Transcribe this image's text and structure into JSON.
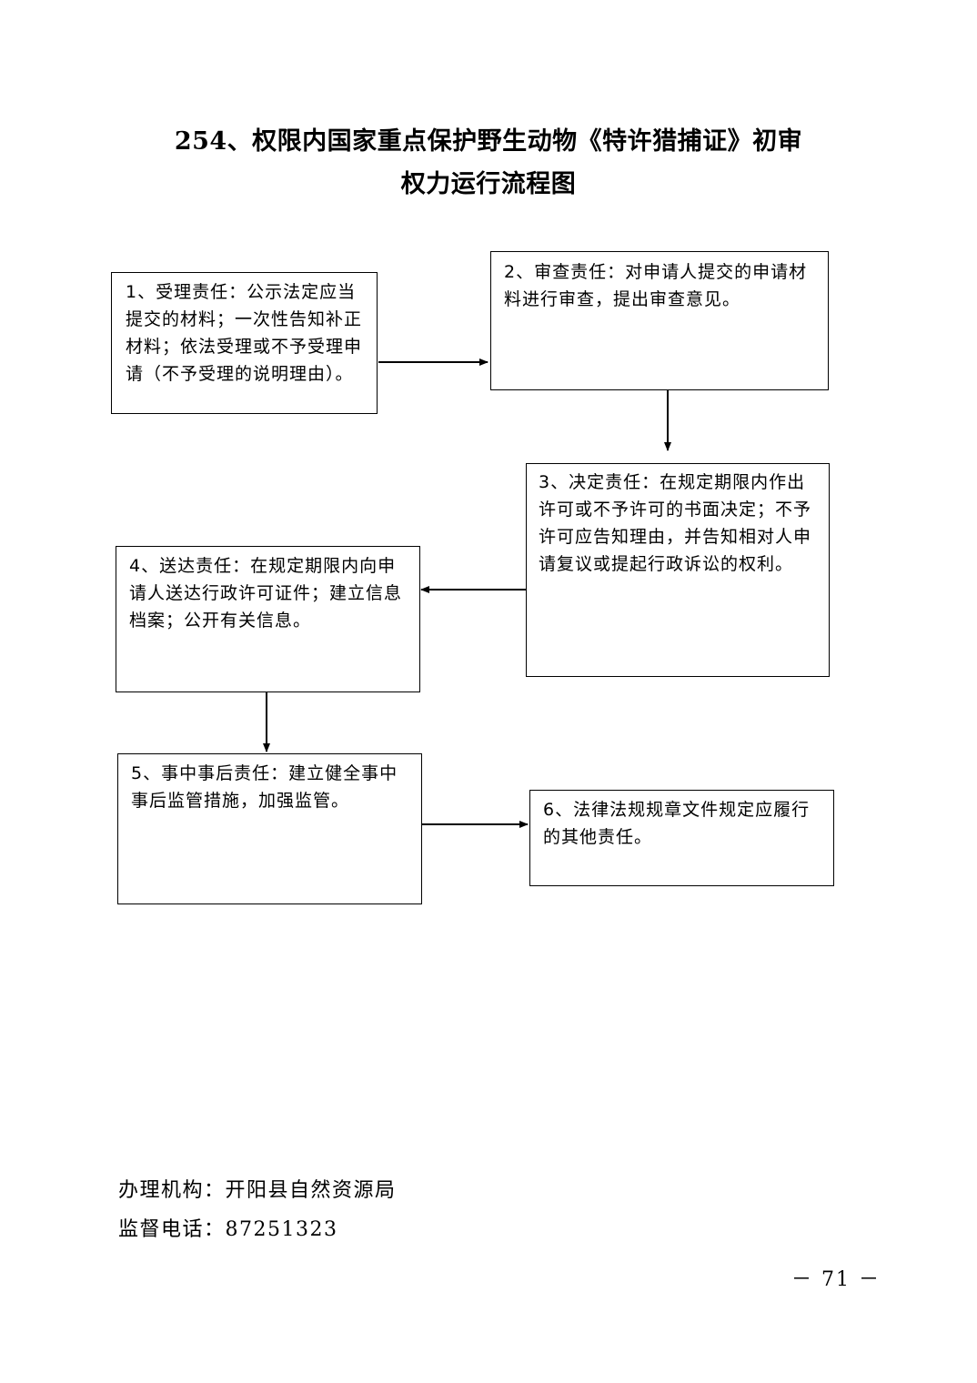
{
  "title": {
    "line1": "254、权限内国家重点保护野生动物《特许猎捕证》初审",
    "line2": "权力运行流程图"
  },
  "steps": [
    {
      "text": "1、受理责任：公示法定应当提交的材料；一次性告知补正材料；依法受理或不予受理申请（不予受理的说明理由）。"
    },
    {
      "text": "2、审查责任：对申请人提交的申请材料进行审查，提出审查意见。"
    },
    {
      "text": "3、决定责任：在规定期限内作出许可或不予许可的书面决定；不予许可应告知理由，并告知相对人申请复议或提起行政诉讼的权利。"
    },
    {
      "text": "4、送达责任：在规定期限内向申请人送达行政许可证件；建立信息档案；公开有关信息。"
    },
    {
      "text": "5、事中事后责任：建立健全事中事后监管措施，加强监管。"
    },
    {
      "text": "6、法律法规规章文件规定应履行的其他责任。"
    }
  ],
  "footer": {
    "agency": "办理机构：开阳县自然资源局",
    "phone": "监督电话：87251323"
  },
  "page_number": "－ 71 －"
}
